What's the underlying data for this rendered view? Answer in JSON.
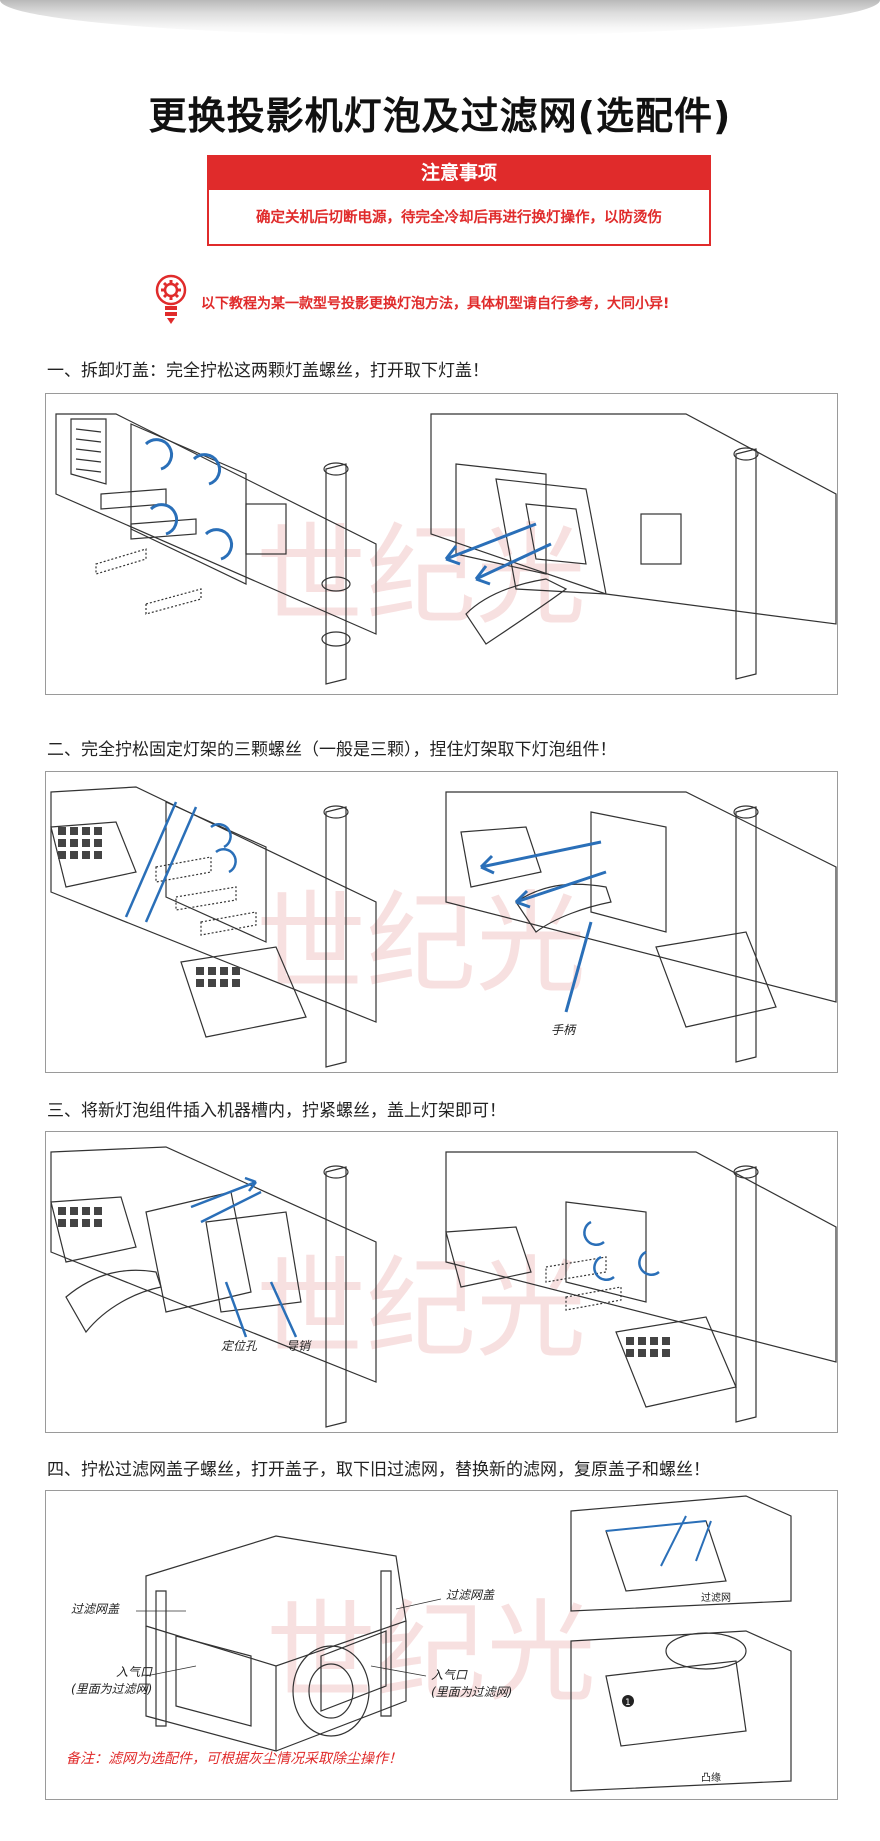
{
  "title": "更换投影机灯泡及过滤网(选配件)",
  "notice": {
    "heading": "注意事项",
    "body": "确定关机后切断电源，待完全冷却后再进行换灯操作，以防烫伤"
  },
  "tip": {
    "icon": "lightbulb-gear-icon",
    "text": "以下教程为某一款型号投影更换灯泡方法，具体机型请自行参考，大同小异!"
  },
  "watermark": "世纪光",
  "steps": [
    {
      "heading": "一、拆卸灯盖：完全拧松这两颗灯盖螺丝，打开取下灯盖！",
      "labels": []
    },
    {
      "heading": "二、完全拧松固定灯架的三颗螺丝（一般是三颗），捏住灯架取下灯泡组件！",
      "labels": [
        "手柄"
      ]
    },
    {
      "heading": "三、将新灯泡组件插入机器槽内，拧紧螺丝，盖上灯架即可！",
      "labels": [
        "定位孔",
        "导销"
      ]
    },
    {
      "heading": "四、拧松过滤网盖子螺丝，打开盖子，取下旧过滤网，替换新的滤网，复原盖子和螺丝！",
      "labels": {
        "filter_cover_left": "过滤网盖",
        "filter_cover_right": "过滤网盖",
        "air_inlet_left": "入气口",
        "air_inlet_left_sub": "(里面为过滤网)",
        "air_inlet_right": "入气口",
        "air_inlet_right_sub": "(里面为过滤网)",
        "inset_filter": "过滤网",
        "inset_lip": "凸缘",
        "inset_number": "1"
      },
      "note": "备注：滤网为选配件，可根据灰尘情况采取除尘操作！"
    }
  ],
  "colors": {
    "accent": "#e02b2b",
    "arrow": "#2a6fb8",
    "line": "#333333"
  }
}
